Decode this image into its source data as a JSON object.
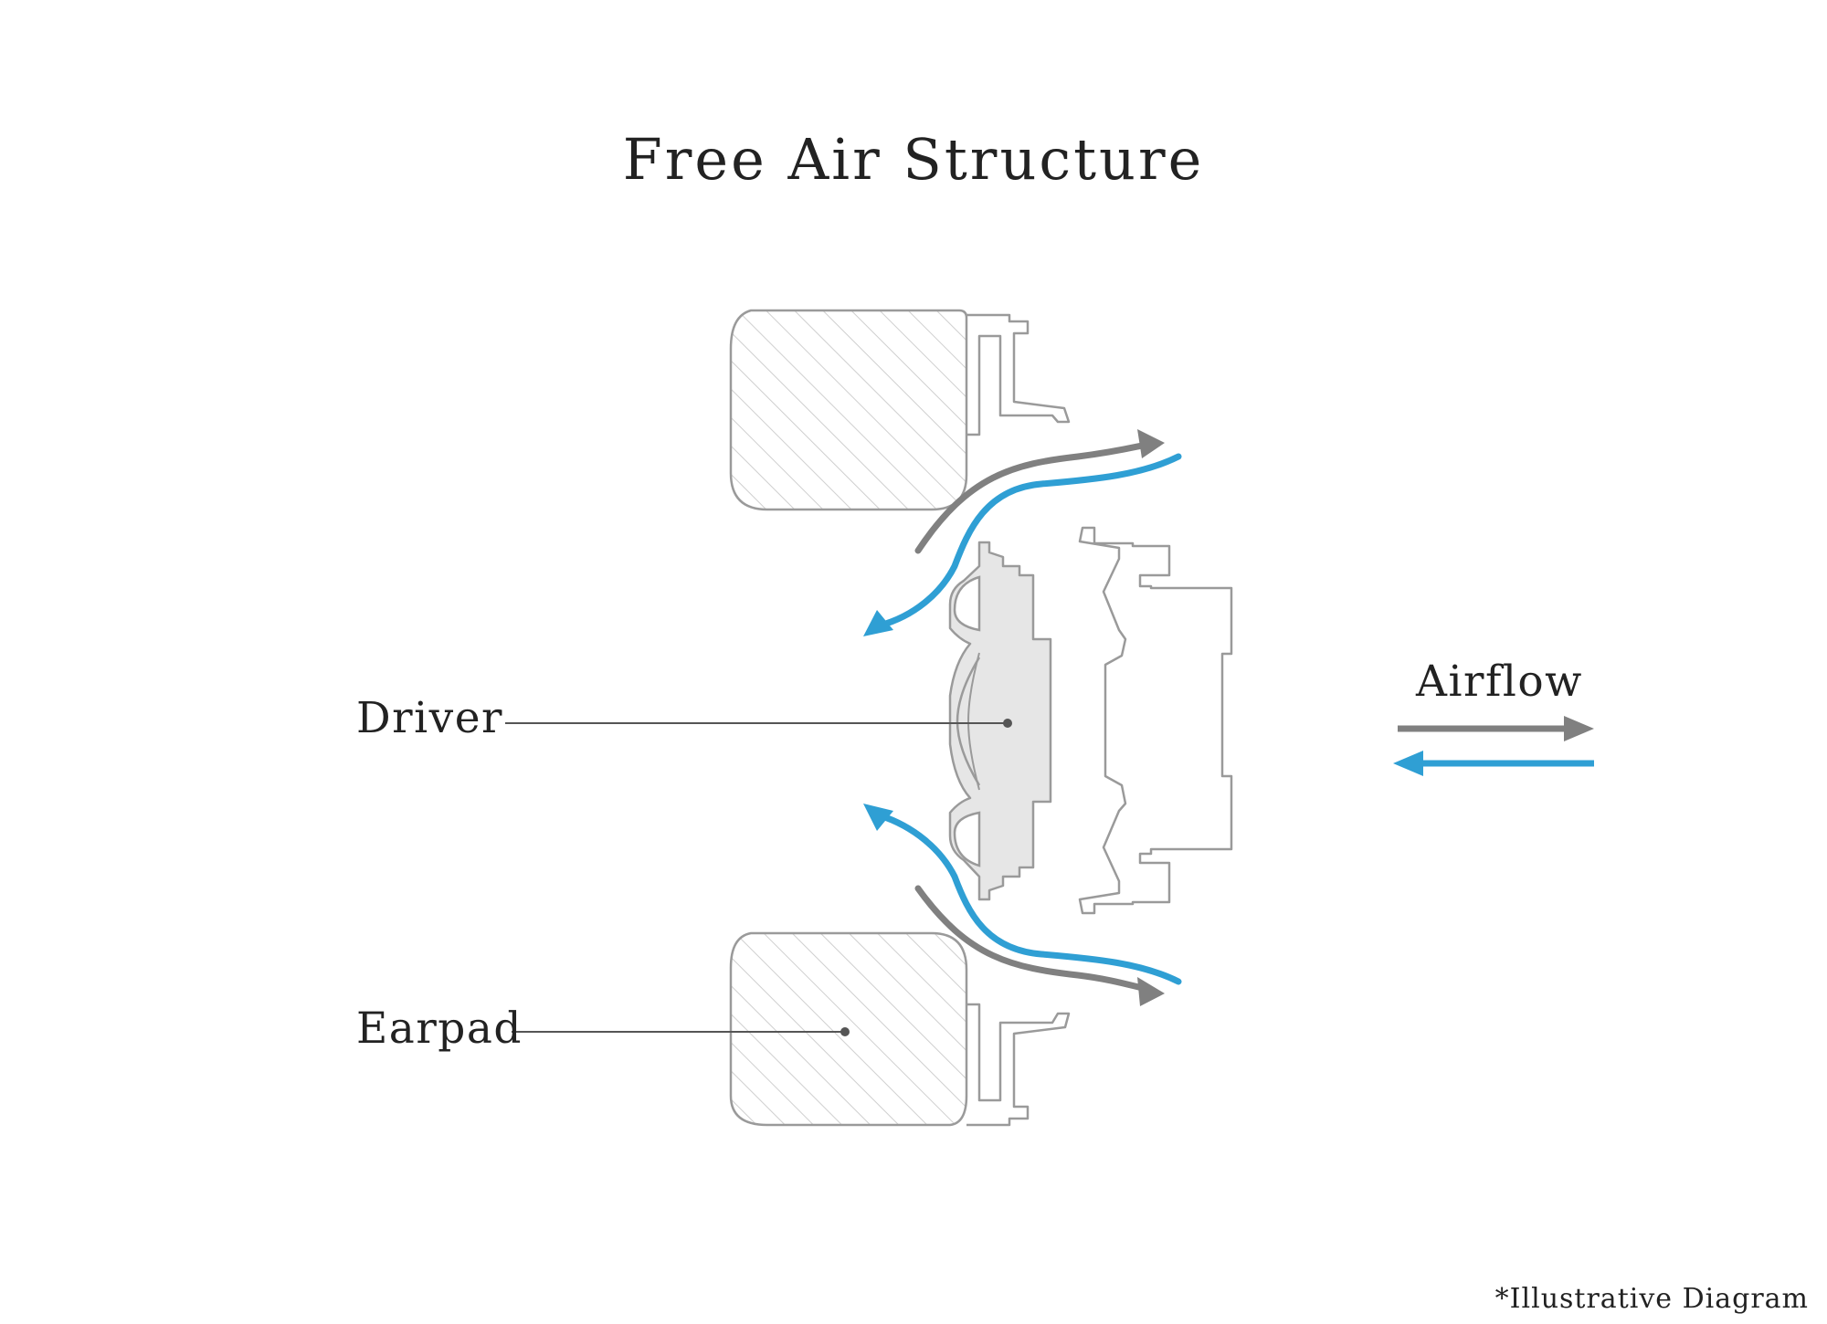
{
  "diagram": {
    "title": "Free Air Structure",
    "labels": {
      "driver": "Driver",
      "earpad": "Earpad",
      "airflow": "Airflow"
    },
    "footnote": "*Illustrative Diagram"
  },
  "colors": {
    "outflow_arrow": "#808080",
    "inflow_arrow": "#2f9fd4",
    "outline": "#9a9a9a",
    "driver_fill": "#e6e6e6",
    "leader_line": "#555555"
  }
}
